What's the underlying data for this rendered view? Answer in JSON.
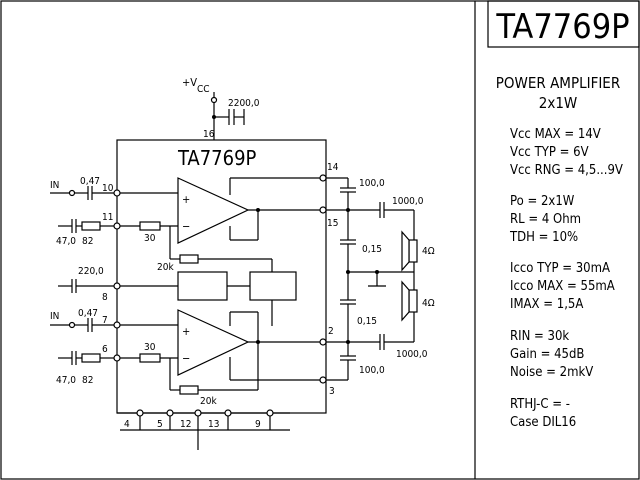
{
  "title": "TA7769P",
  "chip_label": "TA7769P",
  "supply_label": "+V",
  "supply_sub": "CC",
  "heading": {
    "line1": "POWER AMPLIFIER",
    "line2": "2x1W"
  },
  "specs": [
    "Vcc MAX = 14V",
    "Vcc TYP = 6V",
    "Vcc RNG = 4,5...9V",
    "Po = 2x1W",
    "RL = 4 Ohm",
    "TDH = 10%",
    "Icco TYP = 30mA",
    "Icco MAX = 55mA",
    "IMAX =    1,5A",
    "RIN = 30k",
    "Gain = 45dB",
    "Noise = 2mkV",
    "RTHJ-C = -",
    "Case    DIL16"
  ],
  "pins": {
    "p16": "16",
    "p10": "10",
    "p11": "11",
    "p8": "8",
    "p7": "7",
    "p6": "6",
    "p14": "14",
    "p15": "15",
    "p2": "2",
    "p3": "3",
    "p4": "4",
    "p5": "5",
    "p12": "12",
    "p13": "13",
    "p9": "9"
  },
  "components": {
    "c_supply": "2200,0",
    "c_in1": "0,47",
    "c_fb1": "47,0",
    "r_fb1": "82",
    "r_30_1": "30",
    "r_20k_1": "20k",
    "c_ripple": "220,0",
    "c_in2": "0,47",
    "c_fb2": "47,0",
    "r_fb2": "82",
    "r_30_2": "30",
    "r_20k_2": "20k",
    "c_boot1": "100,0",
    "c_out1": "1000,0",
    "c_zob1": "0,15",
    "c_zob2": "0,15",
    "c_out2": "1000,0",
    "c_boot2": "100,0",
    "speaker1": "4Ω",
    "speaker2": "4Ω",
    "in1": "IN",
    "in2": "IN",
    "plus": "+",
    "minus": "−"
  }
}
